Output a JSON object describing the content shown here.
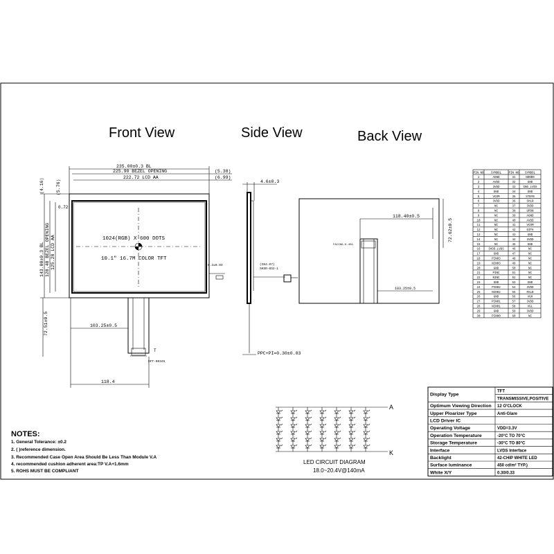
{
  "views": {
    "front": "Front View",
    "side": "Side View",
    "back": "Back View"
  },
  "front": {
    "dim_outline": "235.00±0.3 BL",
    "dim_bezel": "225.90 BEZEL OPENING",
    "dim_aa": "222.72 LCD AA",
    "dim_r1": "(5.38)",
    "dim_r2": "(6.99)",
    "dim_l1": "(4.16)",
    "dim_l2": "(5.76)",
    "dim_corner": "0.72",
    "dim_v_outline": "143.00±0.3 BL",
    "dim_v_bezel": "128.48 BEZEL OPENING",
    "dim_v_aa": "125.28 LCD AA",
    "center_1": "1024(RGB) X 600 DOTS",
    "center_2": "10.1\" 16.7M COLOR TFT",
    "dim_fpc_len": "72.51±0.5",
    "dim_fpc_w": "103.25±0.5",
    "dim_total": "118.4",
    "dim_tab": "DFT-00345",
    "dim_conn": "0.3±0.03",
    "dim_t": "T"
  },
  "side": {
    "dim_thick": "4.6±0.3",
    "conn_1": "(CN4.07)",
    "conn_2": "SKSR-0S2-1",
    "dim_ppc": "PPC+PI=0.30±0.03"
  },
  "back": {
    "dim_h": "118.40±0.5",
    "dim_v": "72.62±0.5",
    "dim_lower": "103.25±0.5",
    "label_small": "FACING-0.45G"
  },
  "pin_table": {
    "headers": [
      "PIN NO",
      "SYMBOL",
      "PIN NO",
      "SYMBOL"
    ],
    "rows": [
      [
        "1",
        "AGND",
        "31",
        "NDND0"
      ],
      [
        "2",
        "AVDD",
        "32",
        "GND"
      ],
      [
        "3",
        "3VDD",
        "33",
        "GND_LVDS"
      ],
      [
        "4",
        "GND",
        "34",
        "GND"
      ],
      [
        "5",
        "VCOM",
        "35",
        "STBYB"
      ],
      [
        "6",
        "3VDD",
        "36",
        "SHLR"
      ],
      [
        "7",
        "NC",
        "37",
        "3VDD"
      ],
      [
        "8",
        "NC",
        "38",
        "UPDN"
      ],
      [
        "9",
        "NC",
        "39",
        "AGND"
      ],
      [
        "10",
        "NC",
        "40",
        "AVDD"
      ],
      [
        "11",
        "NC",
        "41",
        "VCOM"
      ],
      [
        "12",
        "NC",
        "42",
        "DITH"
      ],
      [
        "13",
        "NC",
        "43",
        "GND"
      ],
      [
        "14",
        "NC",
        "44",
        "3VDD"
      ],
      [
        "15",
        "NC",
        "45",
        "GND"
      ],
      [
        "16",
        "3VDD_LVDS",
        "46",
        "NC"
      ],
      [
        "17",
        "GND",
        "47",
        "NC"
      ],
      [
        "18",
        "PIN03",
        "48",
        "NC"
      ],
      [
        "19",
        "NIN03",
        "49",
        "NC"
      ],
      [
        "20",
        "GND",
        "50",
        "NC"
      ],
      [
        "21",
        "PINC",
        "51",
        "NC"
      ],
      [
        "22",
        "NINC",
        "52",
        "NC"
      ],
      [
        "23",
        "GND",
        "53",
        "GND"
      ],
      [
        "24",
        "PIN02",
        "54",
        "3VDD"
      ],
      [
        "25",
        "NIN02",
        "55",
        "RSLB"
      ],
      [
        "26",
        "GND",
        "56",
        "VGH"
      ],
      [
        "27",
        "PIN01",
        "57",
        "3VDD"
      ],
      [
        "28",
        "NIN01",
        "58",
        "VGL"
      ],
      [
        "29",
        "GND",
        "59",
        "3VDD"
      ],
      [
        "30",
        "PIN00",
        "60",
        "NC"
      ]
    ]
  },
  "led": {
    "anode": "A",
    "cathode": "K",
    "title": "LED CIRCUIT DIAGRAM",
    "spec": "18.0~20.4V@140mA"
  },
  "notes": {
    "title": "NOTES:",
    "items": [
      "1. General Tolerance: ±0.2",
      "2. (    )reference dimension.",
      "3. Recommended Case Open Area Should Be Less Than Module V.A",
      "4. recommended cushion adherent area:TP V.A+1.6mm",
      "5. ROHS   MUST BE COMPLIANT"
    ]
  },
  "spec_table": {
    "rows": [
      [
        "Display Type",
        "TFT"
      ],
      [
        "",
        "TRANSMISSIVE,POSITIVE"
      ],
      [
        "Optimum Viewing Direction",
        "12 O'CLOCK"
      ],
      [
        "Upper Ploarizer Type",
        "Anti-Glare"
      ],
      [
        "LCD Driver IC",
        ""
      ],
      [
        "Operating Voltage",
        "VDD=3.3V"
      ],
      [
        "Operation Temperature",
        "-20°C TO 70°C"
      ],
      [
        "Storage Temperature",
        "-30°C TO 80°C"
      ],
      [
        "Interface",
        "LVDS Interface"
      ],
      [
        "Backlight",
        "42-CHIP WHITE LED"
      ],
      [
        "Surface luminance",
        "450 cd/m²  TYP.)"
      ],
      [
        "White X/Y",
        "0.30/0.33"
      ]
    ]
  }
}
